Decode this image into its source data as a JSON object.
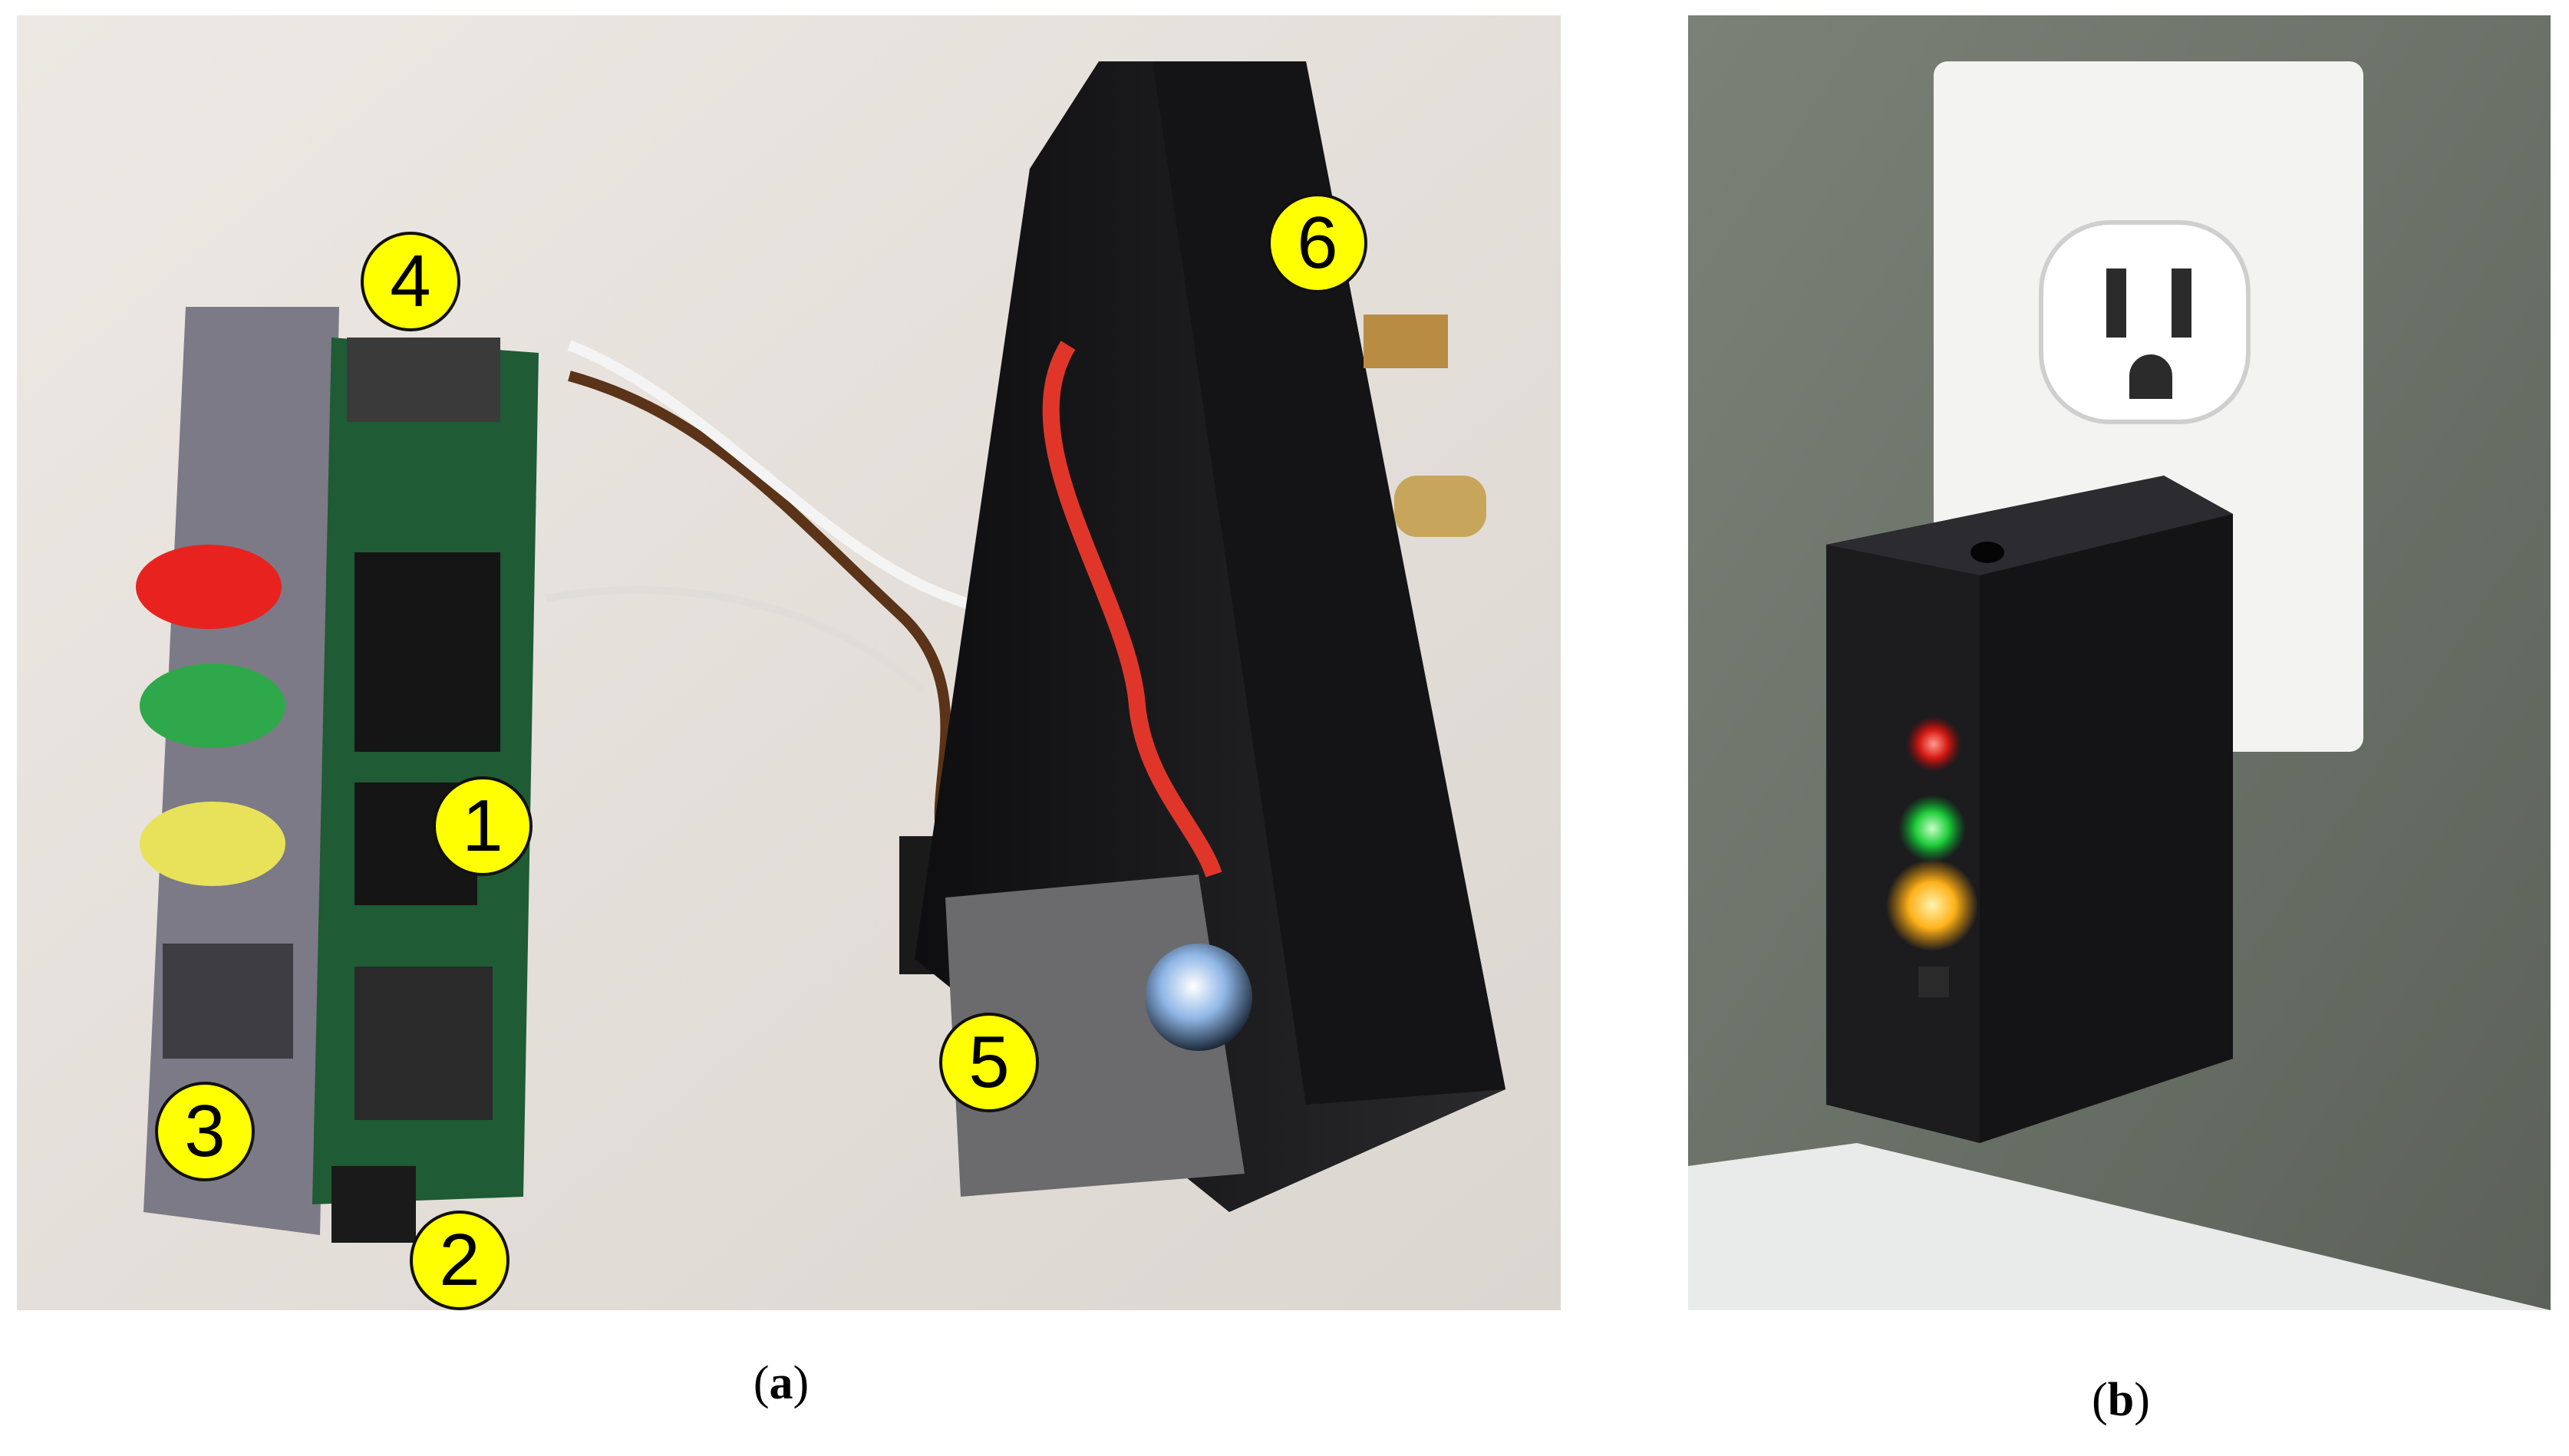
{
  "panels": [
    {
      "id": "a",
      "caption_open": "(",
      "caption_letter": "a",
      "caption_close": ")",
      "markers": [
        "1",
        "2",
        "3",
        "4",
        "5",
        "6"
      ]
    },
    {
      "id": "b",
      "caption_open": "(",
      "caption_letter": "b",
      "caption_close": ")"
    }
  ],
  "colors": {
    "marker_fill": "#ffff00",
    "led_red": "#e8231f",
    "led_green": "#2ea84a",
    "led_yellow": "#e8e25a",
    "enclosure": "#1c1c1e",
    "wall_a": "#e9e4e0",
    "wall_b": "#6f776e"
  }
}
